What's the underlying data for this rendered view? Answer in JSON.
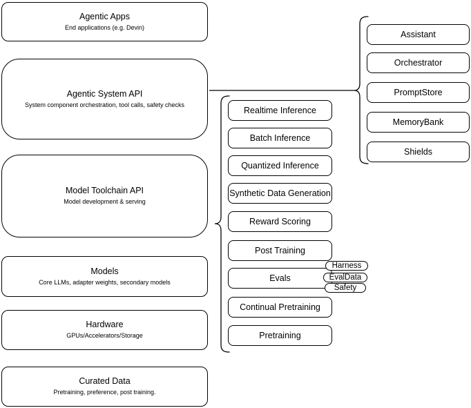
{
  "colors": {
    "stroke": "#000000",
    "fill": "#ffffff",
    "background": "#ffffff"
  },
  "layers": [
    {
      "title": "Agentic Apps",
      "subtitle": "End applications (e.g. Devin)"
    },
    {
      "title": "Agentic System API",
      "subtitle": "System component orchestration, tool calls, safety checks"
    },
    {
      "title": "Model Toolchain API",
      "subtitle": "Model development & serving"
    },
    {
      "title": "Models",
      "subtitle": "Core LLMs, adapter weights, secondary models"
    },
    {
      "title": "Hardware",
      "subtitle": "GPUs/Accelerators/Storage"
    },
    {
      "title": "Curated Data",
      "subtitle": "Pretraining, preference, post training."
    }
  ],
  "toolchain": {
    "items": [
      "Realtime Inference",
      "Batch Inference",
      "Quantized Inference",
      "Synthetic Data Generation",
      "Reward Scoring",
      "Post Training",
      "Evals",
      "Continual Pretraining",
      "Pretraining"
    ]
  },
  "eval_tags": [
    "Harness",
    "EvalData",
    "Safety"
  ],
  "system_components": [
    "Assistant",
    "Orchestrator",
    "PromptStore",
    "MemoryBank",
    "Shields"
  ]
}
